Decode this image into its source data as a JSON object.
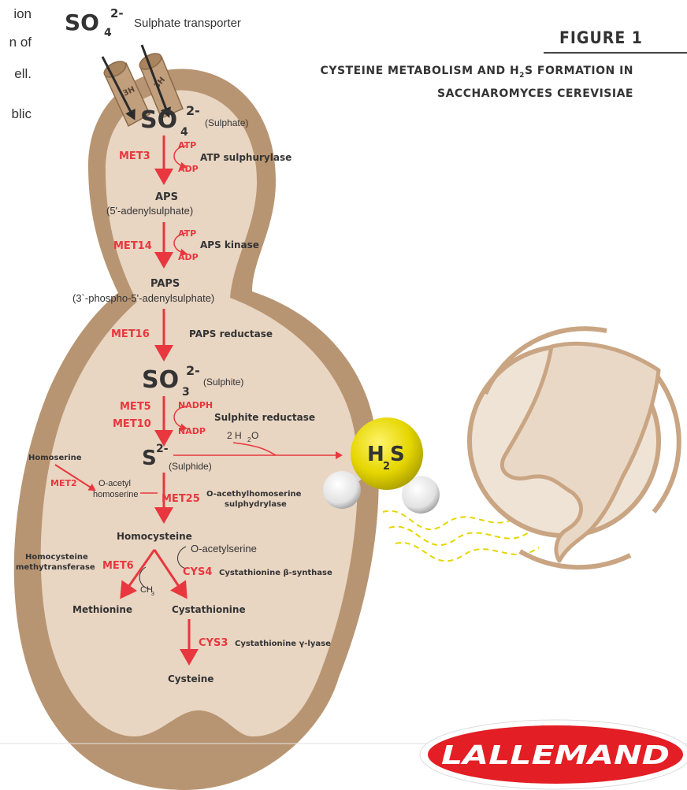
{
  "snippet_lines": [
    "ion",
    "n of",
    "ell.",
    "blic"
  ],
  "figure": {
    "label": "FIGURE 1",
    "subtitle_line1_pre": "CYSTEINE METABOLISM AND H",
    "subtitle_line1_sub": "2",
    "subtitle_line1_post": "S FORMATION IN",
    "subtitle_line2": "SACCHAROMYCES CEREVISIAE"
  },
  "transporter": {
    "ion": "SO",
    "ion_sub": "4",
    "ion_sup": "2-",
    "label": "Sulphate transporter",
    "proton_label": "3H"
  },
  "colors": {
    "accent_red": "#e8373e",
    "cell_wall": "#b89572",
    "cell_inner": "#e8d5c2",
    "text_dark": "#333333",
    "h2s_yellow": "#e5d600",
    "nose_tan": "#c9a583",
    "logo_red": "#e31e24"
  },
  "pathway": {
    "sulphate": {
      "main": "SO",
      "sub": "4",
      "sup": "2-",
      "name": "(Sulphate)"
    },
    "step1": {
      "gene": "MET3",
      "cofactor_in": "ATP",
      "cofactor_out": "ADP",
      "enzyme": "ATP sulphurylase"
    },
    "aps": {
      "name": "APS",
      "full": "(5'-adenylsulphate)"
    },
    "step2": {
      "gene": "MET14",
      "cofactor_in": "ATP",
      "cofactor_out": "ADP",
      "enzyme": "APS kinase"
    },
    "paps": {
      "name": "PAPS",
      "full": "(3`-phospho-5'-adenylsulphate)"
    },
    "step3": {
      "gene": "MET16",
      "enzyme": "PAPS reductase"
    },
    "sulphite": {
      "main": "SO",
      "sub": "3",
      "sup": "2-",
      "name": "(Sulphite)"
    },
    "step4": {
      "gene1": "MET5",
      "gene2": "MET10",
      "cofactor_in": "NADPH",
      "cofactor_out": "NADP",
      "enzyme": "Sulphite reductase",
      "water_pre": "2 H",
      "water_sub": "2",
      "water_post": "O"
    },
    "sulphide": {
      "main": "S",
      "sup": "2-",
      "name": "(Sulphide)"
    },
    "homoserine": {
      "name": "Homoserine",
      "gene": "MET2",
      "product_line1": "O-acetyl",
      "product_line2": "homoserine"
    },
    "step5": {
      "gene": "MET25",
      "enzyme_line1": "O-acethylhomoserine",
      "enzyme_line2": "sulphydrylase"
    },
    "homocysteine": {
      "name": "Homocysteine"
    },
    "branch_left": {
      "enzyme_line1": "Homocysteine",
      "enzyme_line2": "methytransferase",
      "gene": "MET6",
      "cofactor_pre": "CH",
      "cofactor_sub": "3",
      "product": "Methionine"
    },
    "branch_right": {
      "cofactor": "O-acetylserine",
      "gene": "CYS4",
      "enzyme": "Cystathionine β-synthase",
      "product": "Cystathionine"
    },
    "step_final": {
      "gene": "CYS3",
      "enzyme": "Cystathionine γ-lyase",
      "product": "Cysteine"
    },
    "h2s": {
      "main": "H",
      "sub": "2",
      "post": "S"
    }
  },
  "logo": {
    "text": "LALLEMAND"
  }
}
